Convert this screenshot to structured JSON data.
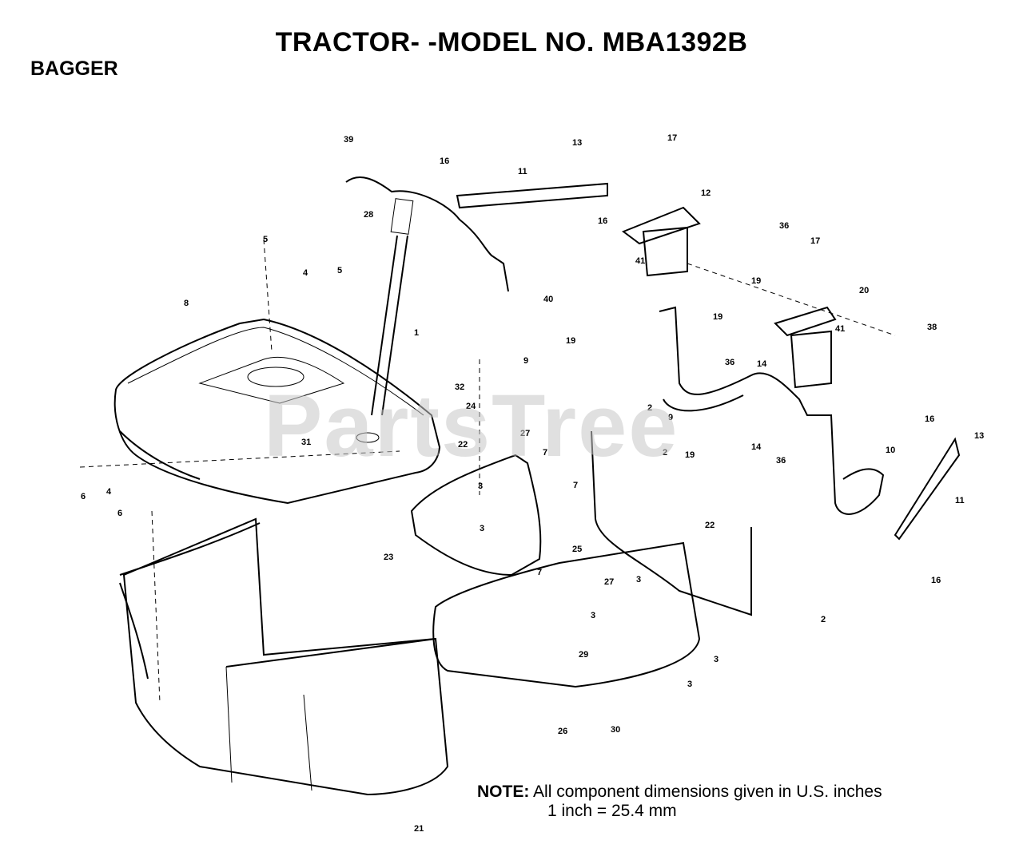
{
  "header": {
    "title": "TRACTOR- -MODEL NO. MBA1392B",
    "section": "BAGGER"
  },
  "watermark": "PartsTree",
  "note": {
    "label": "NOTE:",
    "line1": "All component dimensions given in U.S. inches",
    "line2": "1 inch = 25.4 mm"
  },
  "callouts": [
    "39",
    "16",
    "11",
    "13",
    "17",
    "12",
    "28",
    "16",
    "36",
    "41",
    "17",
    "5",
    "4",
    "5",
    "19",
    "8",
    "40",
    "1",
    "20",
    "19",
    "19",
    "38",
    "41",
    "9",
    "36",
    "14",
    "32",
    "24",
    "9",
    "2",
    "31",
    "22",
    "27",
    "7",
    "19",
    "14",
    "36",
    "10",
    "16",
    "13",
    "2",
    "6",
    "4",
    "6",
    "3",
    "7",
    "3",
    "11",
    "22",
    "23",
    "7",
    "25",
    "27",
    "3",
    "3",
    "16",
    "2",
    "29",
    "3",
    "3",
    "26",
    "30",
    "21"
  ]
}
